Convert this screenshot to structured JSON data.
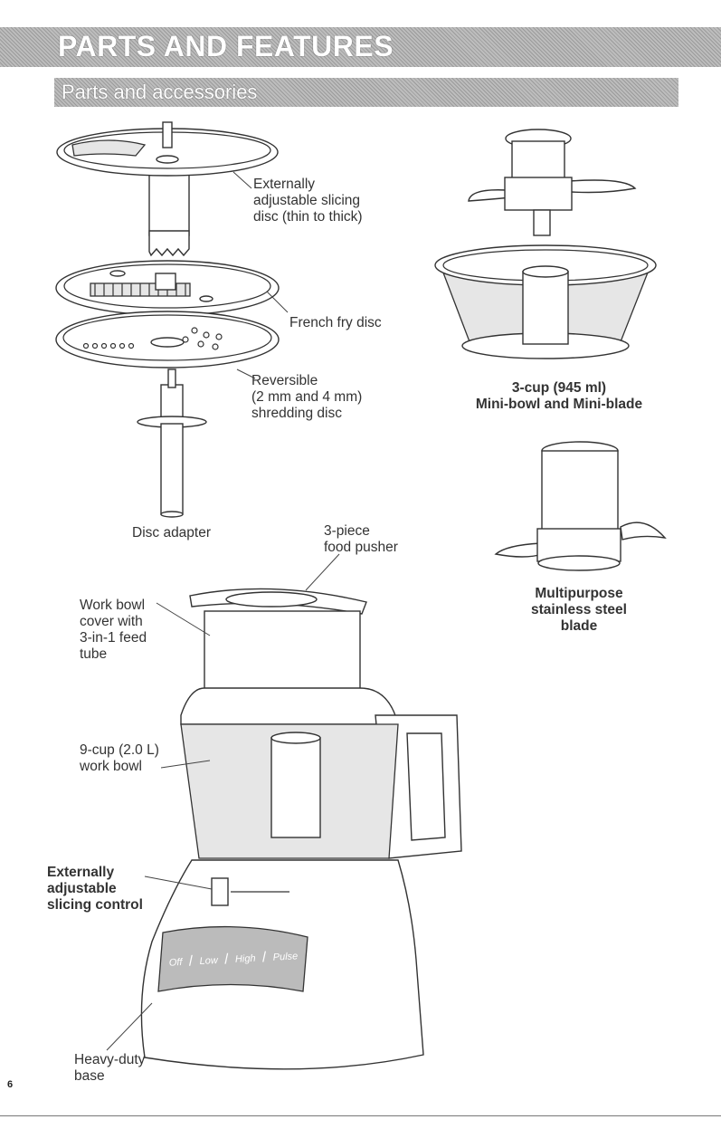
{
  "header": {
    "title": "PARTS AND FEATURES",
    "subtitle": "Parts and accessories"
  },
  "labels": {
    "slicing_disc": "Externally\nadjustable slicing\ndisc (thin to thick)",
    "french_fry_disc": "French fry disc",
    "shredding_disc": "Reversible\n(2 mm and 4 mm)\nshredding disc",
    "mini_bowl": "3-cup (945 ml)\nMini-bowl and Mini-blade",
    "disc_adapter": "Disc adapter",
    "food_pusher": "3-piece\nfood pusher",
    "multipurpose_blade": "Multipurpose\nstainless steel\nblade",
    "work_bowl_cover": "Work bowl\ncover with\n3-in-1 feed\ntube",
    "work_bowl": "9-cup (2.0 L)\nwork bowl",
    "slicing_control": "Externally\nadjustable\nslicing control",
    "base": "Heavy-duty\nbase"
  },
  "control_panel": {
    "buttons": [
      "Off",
      "Low",
      "High",
      "Pulse"
    ]
  },
  "page_number": "6",
  "colors": {
    "bar": "#bdbdbd",
    "text": "#333333",
    "outline": "#333333"
  }
}
